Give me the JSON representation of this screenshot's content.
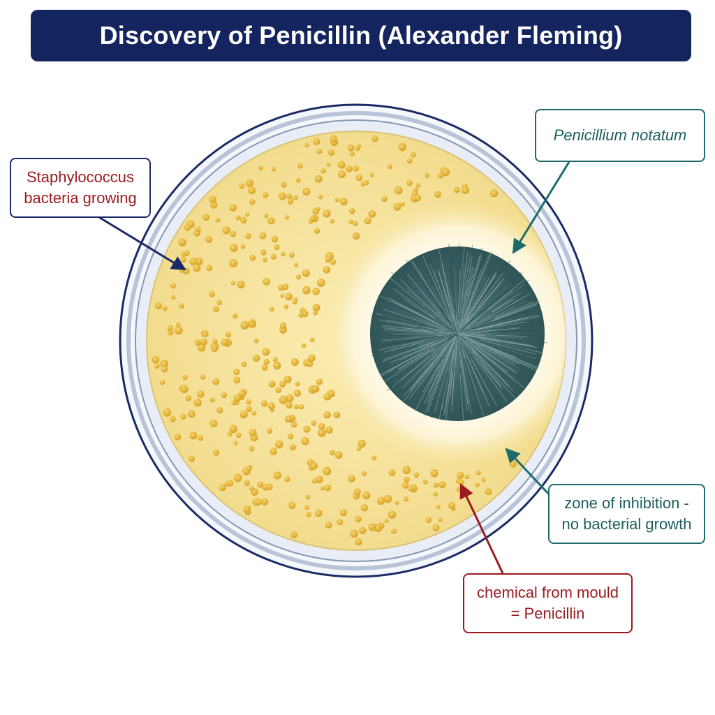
{
  "title": "Discovery of Penicillin (Alexander Fleming)",
  "labels": {
    "staph": "Staphylococcus\nbacteria growing",
    "mould": "Penicillium notatum",
    "zone": "zone of inhibition -\nno bacterial growth",
    "chemical": "chemical from mould\n= Penicillin"
  },
  "colors": {
    "title_bg": "#14245e",
    "staph_label": "#9b1b1f",
    "staph_border": "#1a2a66",
    "mould_teal": "#1d6b6b",
    "mould_colony": "#3e6668",
    "zone_border": "#1d6b6b",
    "chemical_label": "#9b1b1f",
    "agar": "#f8e6a3",
    "colony_dot": "#e7b93c",
    "dish_rim": "#1a2a66"
  }
}
